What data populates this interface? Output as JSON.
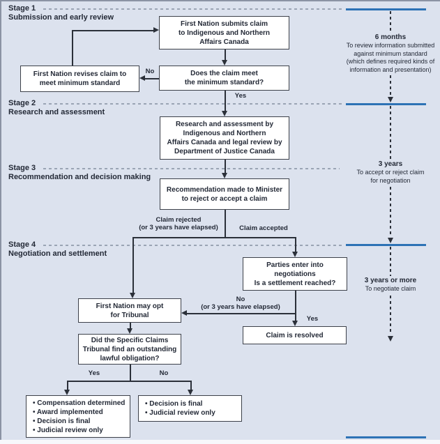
{
  "title": "Specific claims process flowchart",
  "stages": {
    "s1": {
      "title": "Stage 1",
      "subtitle": "Submission and early review"
    },
    "s2": {
      "title": "Stage 2",
      "subtitle": "Research and assessment"
    },
    "s3": {
      "title": "Stage 3",
      "subtitle": "Recommendation and decision making"
    },
    "s4": {
      "title": "Stage 4",
      "subtitle": "Negotiation and settlement"
    }
  },
  "boxes": {
    "submit": "First Nation submits claim\nto Indigenous and Northern\nAffairs Canada",
    "meet": "Does the claim meet\nthe minimum standard?",
    "revise": "First Nation revises claim to\nmeet minimum standard",
    "research": "Research and assessment by\nIndigenous and Northern\nAffairs Canada and legal review by\nDepartment of Justice Canada",
    "recommend": "Recommendation made to Minister\nto reject or accept a claim",
    "parties": "Parties enter into\nnegotiations\nIs a settlement reached?",
    "tribunal": "First Nation may opt\nfor Tribunal",
    "obligation": "Did the Specific Claims\nTribunal find an outstanding\nlawful obligation?",
    "resolved": "Claim is resolved",
    "outcome_tribunal_yes": "• Compensation determined\n• Award implemented\n• Decision is final\n• Judicial review only",
    "outcome_tribunal_no": "• Decision is final\n• Judicial review only"
  },
  "edge_labels": {
    "no_min_standard": "No",
    "yes_min_standard": "Yes",
    "claim_rejected": "Claim rejected\n(or 3 years have elapsed)",
    "claim_accepted": "Claim accepted",
    "no_settlement": "No\n(or 3 years have elapsed)",
    "yes_settlement": "Yes",
    "tribunal_yes": "Yes",
    "tribunal_no": "No"
  },
  "timeline": {
    "t1": {
      "duration": "6 months",
      "desc": "To review information submitted\nagainst minimum standard\n(which defines required kinds of\ninformation and presentation)"
    },
    "t2": {
      "duration": "3 years",
      "desc": "To accept or reject claim\nfor negotiation"
    },
    "t3": {
      "duration": "3 years or more",
      "desc": "To negotiate claim"
    }
  },
  "colors": {
    "background": "#dce2ee",
    "timeline_blue": "#2d72b5",
    "box_border": "#3c4049",
    "connector": "#2b3039",
    "stage_dash": "#9aa4b4",
    "text": "#232936"
  }
}
